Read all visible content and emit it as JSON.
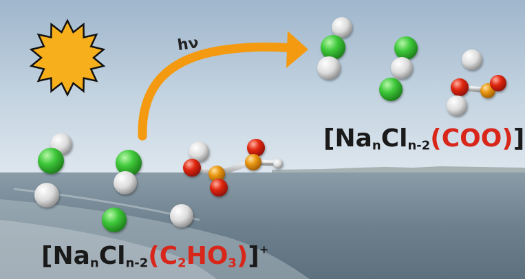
{
  "arrow_label": "hν",
  "product_formula": {
    "bracket_open": "[",
    "element_na": "Na",
    "sub_n": "n",
    "element_cl": "Cl",
    "sub_n2": "n-2",
    "ligand": "(COO)",
    "bracket_close": "]",
    "charge": "+"
  },
  "reactant_formula": {
    "bracket_open": "[",
    "element_na": "Na",
    "sub_n": "n",
    "element_cl": "Cl",
    "sub_n2": "n-2",
    "ligand_open": "(C",
    "ligand_sub_c": "2",
    "ligand_mid": "HO",
    "ligand_sub_o": "3",
    "ligand_close": ")",
    "bracket_close": "]",
    "charge": "+"
  },
  "colors": {
    "sodium_atom": "#ececec",
    "chlorine_atom": "#3ec83a",
    "oxygen_atom": "#e0260f",
    "carbon_atom": "#e8950e",
    "arrow": "#f39a10",
    "sun": "#f7b01c",
    "ligand_text": "#d8261a"
  }
}
